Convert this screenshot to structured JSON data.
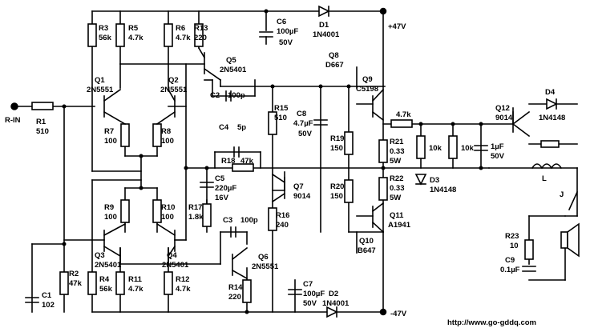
{
  "supply": {
    "pos": "+47V",
    "neg": "-47V"
  },
  "terminals": {
    "input": "R-IN"
  },
  "resistors": [
    {
      "ref": "R1",
      "val": "510"
    },
    {
      "ref": "R2",
      "val": "47k"
    },
    {
      "ref": "R3",
      "val": "56k"
    },
    {
      "ref": "R4",
      "val": "56k"
    },
    {
      "ref": "R5",
      "val": "4.7k"
    },
    {
      "ref": "R6",
      "val": "4.7k"
    },
    {
      "ref": "R7",
      "val": "100"
    },
    {
      "ref": "R8",
      "val": "100"
    },
    {
      "ref": "R9",
      "val": "100"
    },
    {
      "ref": "R10",
      "val": "100"
    },
    {
      "ref": "R11",
      "val": "4.7k"
    },
    {
      "ref": "R12",
      "val": "4.7k"
    },
    {
      "ref": "R13",
      "val": "220"
    },
    {
      "ref": "R14",
      "val": "220"
    },
    {
      "ref": "R15",
      "val": "510"
    },
    {
      "ref": "R16",
      "val": "240"
    },
    {
      "ref": "R17",
      "val": "1.8k"
    },
    {
      "ref": "R18",
      "val": "47k"
    },
    {
      "ref": "R19",
      "val": "150"
    },
    {
      "ref": "R20",
      "val": "150"
    },
    {
      "ref": "R21",
      "val": "0.33",
      "val2": "5W"
    },
    {
      "ref": "R22",
      "val": "0.33",
      "val2": "5W"
    },
    {
      "ref": "R23",
      "val": "10"
    },
    {
      "ref": "",
      "val": "4.7k"
    },
    {
      "ref": "",
      "val": "10k"
    },
    {
      "ref": "",
      "val": "10k"
    }
  ],
  "capacitors": [
    {
      "ref": "C1",
      "val": "102"
    },
    {
      "ref": "C2",
      "val": "100p"
    },
    {
      "ref": "C3",
      "val": "100p"
    },
    {
      "ref": "C4",
      "val": "5p"
    },
    {
      "ref": "C5",
      "val": "220µF",
      "val2": "16V"
    },
    {
      "ref": "C6",
      "val": "100µF",
      "val2": "50V"
    },
    {
      "ref": "C7",
      "val": "100µF",
      "val2": "50V"
    },
    {
      "ref": "C8",
      "val": "4.7µF",
      "val2": "50V"
    },
    {
      "ref": "C9",
      "val": "0.1µF"
    },
    {
      "ref": "",
      "val": "1µF",
      "val2": "50V"
    }
  ],
  "transistors": [
    {
      "ref": "Q1",
      "part": "2N5551"
    },
    {
      "ref": "Q2",
      "part": "2N5551"
    },
    {
      "ref": "Q3",
      "part": "2N5401"
    },
    {
      "ref": "Q4",
      "part": "2N5401"
    },
    {
      "ref": "Q5",
      "part": "2N5401"
    },
    {
      "ref": "Q6",
      "part": "2N5551"
    },
    {
      "ref": "Q7",
      "part": "9014"
    },
    {
      "ref": "Q8",
      "part": "D667"
    },
    {
      "ref": "Q9",
      "part": "C5198"
    },
    {
      "ref": "Q10",
      "part": "B647"
    },
    {
      "ref": "Q11",
      "part": "A1941"
    },
    {
      "ref": "Q12",
      "part": "9014"
    }
  ],
  "diodes": [
    {
      "ref": "D1",
      "part": "1N4001"
    },
    {
      "ref": "D2",
      "part": "1N4001"
    },
    {
      "ref": "D3",
      "part": "1N4148"
    },
    {
      "ref": "D4",
      "part": "1N4148"
    }
  ],
  "inductors": [
    {
      "ref": "L"
    }
  ],
  "switches": [
    {
      "ref": "J"
    }
  ],
  "watermark": "http://www.go-gddq.com"
}
